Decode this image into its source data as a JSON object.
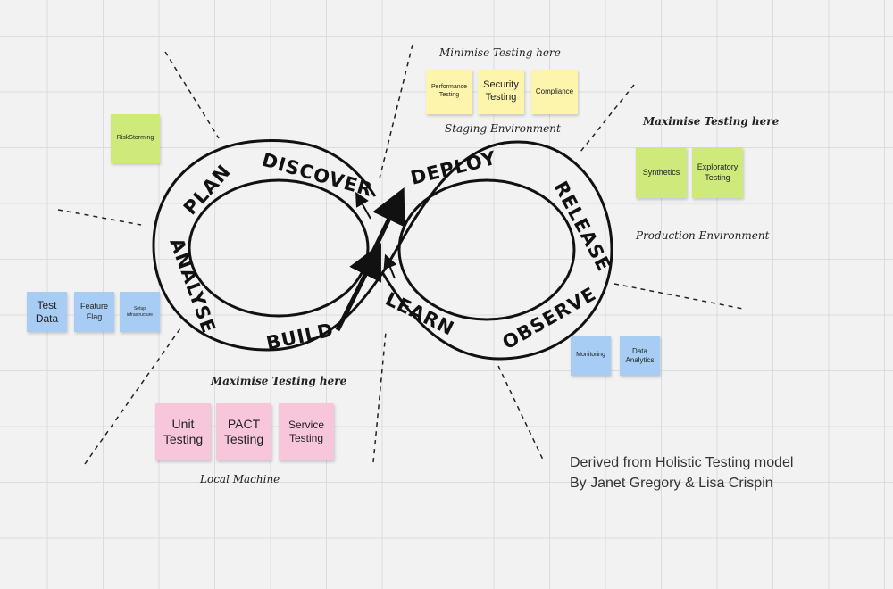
{
  "stages": {
    "plan": "PLAN",
    "discover": "DISCOVER",
    "deploy": "DEPLOY",
    "release": "RELEASE",
    "observe": "OBSERVE",
    "learn": "LEARN",
    "build": "BUILD",
    "analyse": "ANALYSE"
  },
  "notes": {
    "minimise_top": "Minimise Testing here",
    "staging_env": "Staging Environment",
    "maximise_right": "Maximise Testing here",
    "production_env": "Production Environment",
    "maximise_bottom": "Maximise Testing here",
    "local_machine": "Local Machine"
  },
  "stickies": {
    "riskstorming": "RiskStorming",
    "performance_testing": "Performance Testing",
    "security_testing": "Security Testing",
    "compliance": "Compliance",
    "synthetics": "Synthetics",
    "exploratory_testing": "Exploratory Testing",
    "test_data": "Test Data",
    "feature_flag": "Feature Flag",
    "setup_infrastructure": "Setup infrastructure",
    "monitoring": "Monitoring",
    "data_analytics": "Data Analytics",
    "unit_testing": "Unit Testing",
    "pact_testing": "PACT Testing",
    "service_testing": "Service Testing"
  },
  "credit": {
    "line1": "Derived from Holistic Testing model",
    "line2": "By Janet Gregory & Lisa Crispin"
  },
  "colors": {
    "yellow": "#fdf5ac",
    "green": "#cdea7a",
    "blue": "#a8cdf4",
    "pink": "#f8c6da"
  }
}
